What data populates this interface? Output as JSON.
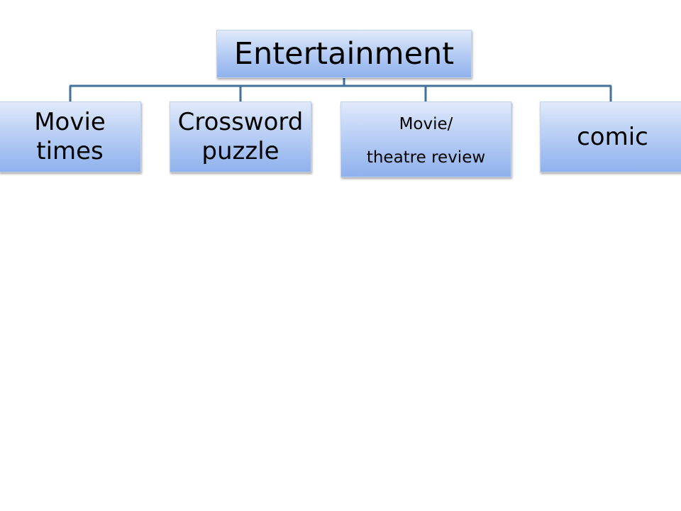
{
  "diagram": {
    "root": {
      "label": "Entertainment"
    },
    "children": [
      {
        "lines": [
          "Movie",
          "times"
        ]
      },
      {
        "lines": [
          "Crossword",
          "puzzle"
        ]
      },
      {
        "lines": [
          "Movie/",
          "theatre review"
        ]
      },
      {
        "lines": [
          "comic"
        ]
      }
    ]
  },
  "colors": {
    "connector": "#41719c",
    "box_fill_top": "#e1eafb",
    "box_fill_bottom": "#8fb1ec",
    "box_border": "#c4d3ec",
    "text": "#000000"
  }
}
